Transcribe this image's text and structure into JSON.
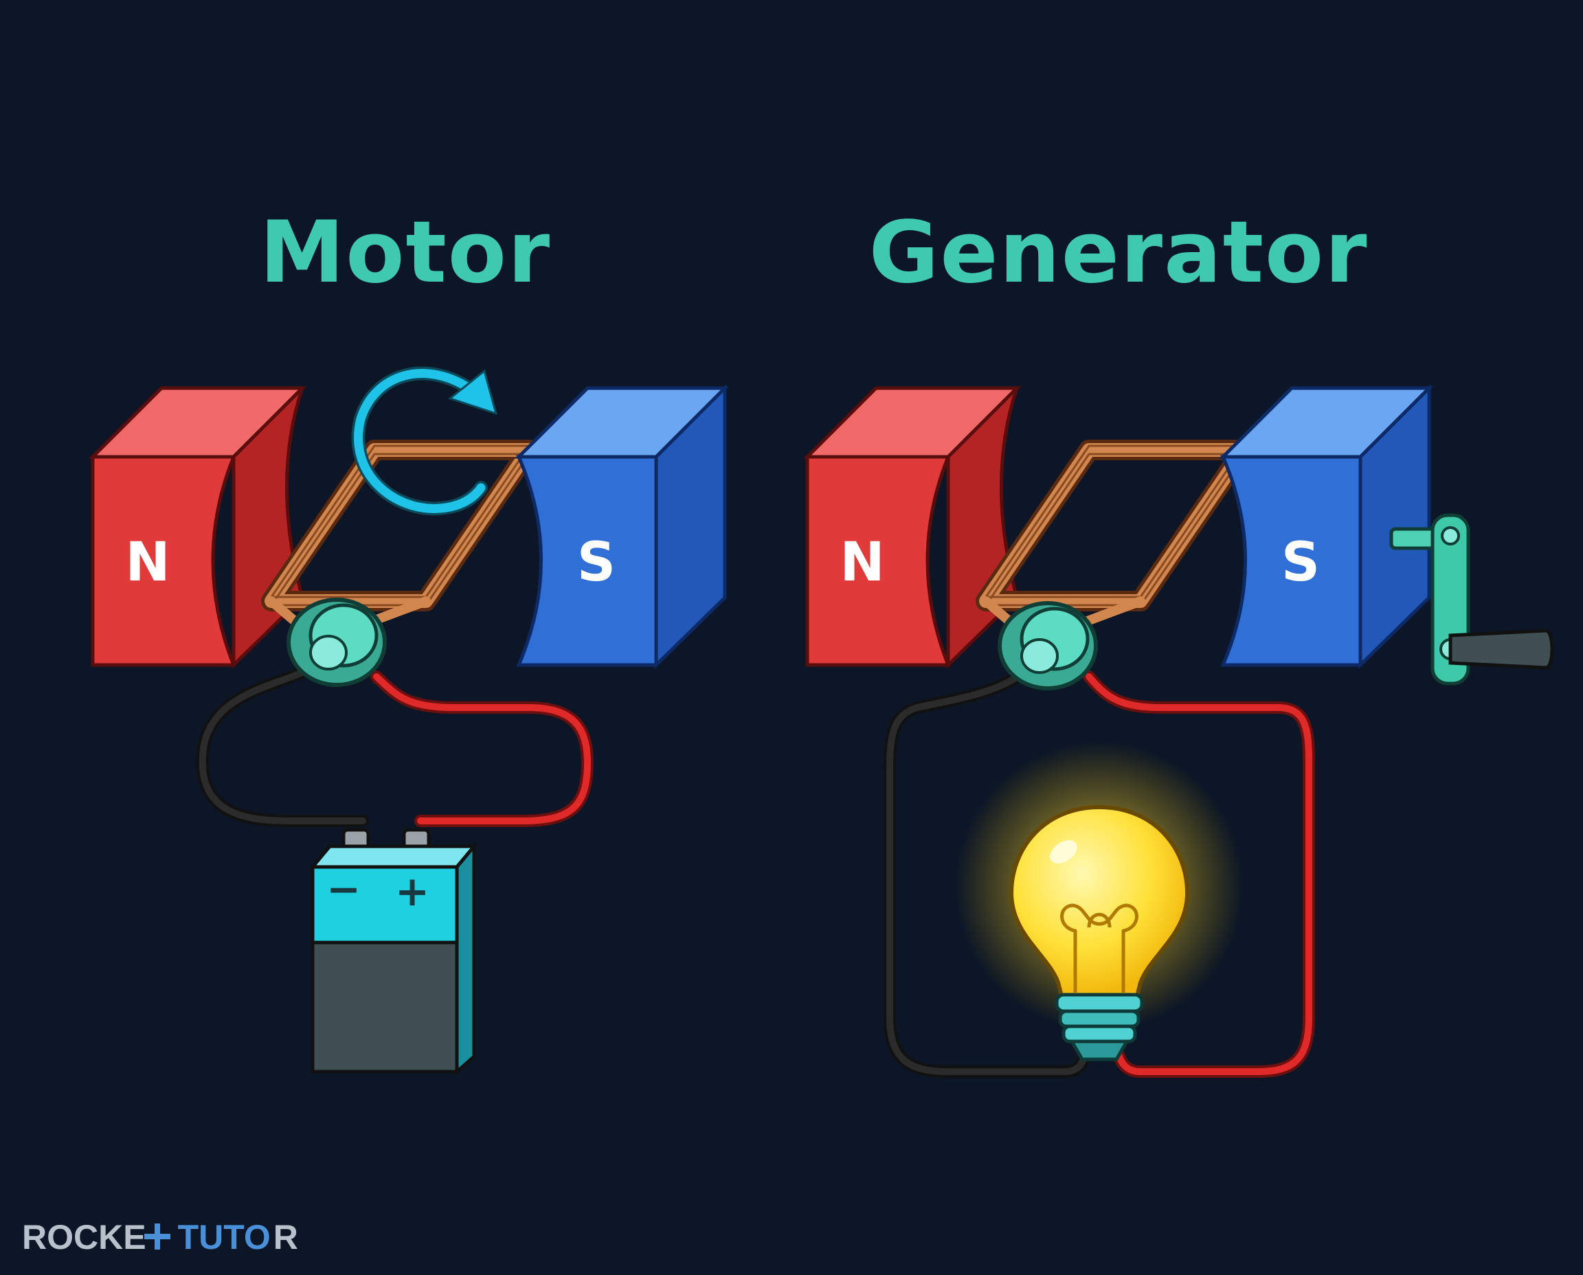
{
  "titles": {
    "left": "Motor",
    "right": "Generator"
  },
  "poles": {
    "north": "N",
    "south": "S"
  },
  "battery": {
    "minus": "−",
    "plus": "+"
  },
  "logo": {
    "part1": "ROCKE",
    "part2": "TUTO",
    "part3": "R"
  },
  "colors": {
    "background": "#0c1626",
    "title": "#3ec9b0",
    "north_magnet": "#e03a3a",
    "south_magnet": "#2f6fd6",
    "coil": "#c4743f",
    "commutator": "#4fd1b5",
    "rotation_arrow": "#1fc3e8",
    "wire_negative": "#222222",
    "wire_positive": "#d92626",
    "battery_top": "#1fd0e0",
    "battery_body": "#3f4f54",
    "bulb": "#ffe13a"
  }
}
